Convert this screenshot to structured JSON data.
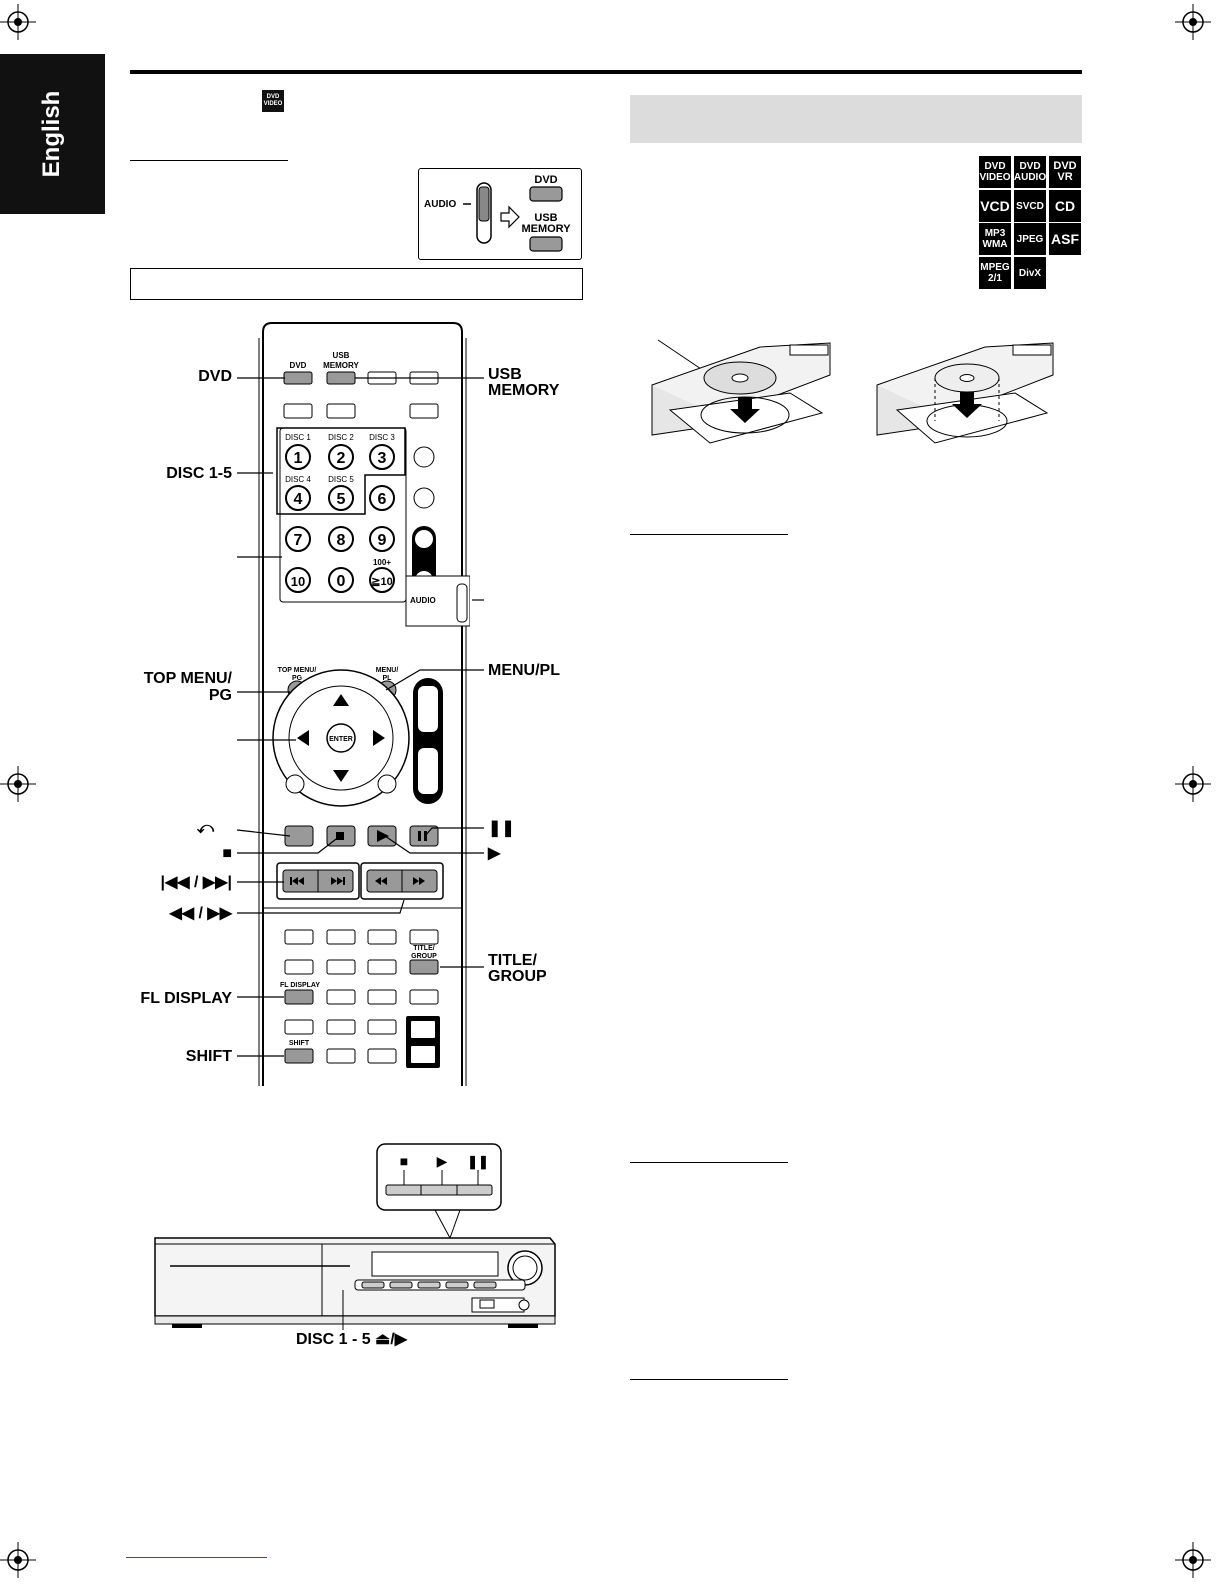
{
  "sidebar": {
    "language_tab": "English"
  },
  "header": {
    "dvd_video_icon": "DVD\nVIDEO"
  },
  "audio_switch": {
    "audio_label": "AUDIO",
    "dvd_label": "DVD",
    "usb_memory_label_1": "USB",
    "usb_memory_label_2": "MEMORY"
  },
  "format_icons": [
    {
      "label": "DVD VIDEO"
    },
    {
      "label": "DVD AUDIO"
    },
    {
      "label": "DVD VR"
    },
    {
      "label": "VCD"
    },
    {
      "label": "SVCD"
    },
    {
      "label": "CD"
    },
    {
      "label": "MP3 WMA"
    },
    {
      "label": "JPEG"
    },
    {
      "label": "ASF"
    },
    {
      "label": "MPEG 2/1"
    },
    {
      "label": "DivX"
    }
  ],
  "remote_callouts": {
    "dvd": "DVD",
    "usb_memory_1": "USB",
    "usb_memory_2": "MEMORY",
    "disc_1_5": "DISC 1-5",
    "top_menu_1": "TOP MENU/",
    "top_menu_2": "PG",
    "menu_pl": "MENU/PL",
    "pause_symbol": "❚❚",
    "play_symbol": "▶",
    "return_symbol": "⤺",
    "stop_symbol": "■",
    "skip_symbols": "|◀◀ / ▶▶|",
    "search_symbols": "◀◀ / ▶▶",
    "title_group_1": "TITLE/",
    "title_group_2": "GROUP",
    "fl_display": "FL DISPLAY",
    "shift": "SHIFT"
  },
  "remote_buttons": {
    "dvd": "DVD",
    "usb_1": "USB",
    "usb_2": "MEMORY",
    "disc1": "DISC 1",
    "disc2": "DISC 2",
    "disc3": "DISC 3",
    "disc4": "DISC 4",
    "disc5": "DISC 5",
    "n1": "1",
    "n2": "2",
    "n3": "3",
    "n4": "4",
    "n5": "5",
    "n6": "6",
    "n7": "7",
    "n8": "8",
    "n9": "9",
    "n10": "10",
    "n0": "0",
    "n100_top": "100+",
    "n100": "≧10",
    "audio": "AUDIO",
    "top_menu_1": "TOP MENU/",
    "top_menu_2": "PG",
    "menu_1": "MENU/",
    "menu_2": "PL",
    "enter": "ENTER",
    "title_1": "TITLE/",
    "title_2": "GROUP",
    "fl_display": "FL DISPLAY",
    "shift": "SHIFT"
  },
  "unit_callouts": {
    "stop": "■",
    "play": "▶",
    "pause": "❚❚",
    "disc_eject": "DISC 1 - 5   ⏏/▶"
  }
}
